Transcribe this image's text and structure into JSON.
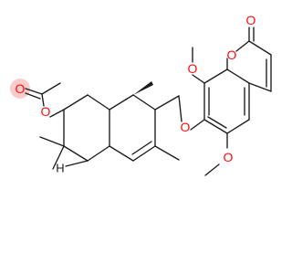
{
  "atoms": {
    "carbonyl_oxygen_acetate": "O",
    "ester_oxygen_acetate": "O",
    "lactone_carbonyl_oxygen": "O",
    "lactone_ring_oxygen": "O",
    "methoxy_oxygen_8": "O",
    "methoxy_oxygen_6": "O",
    "ether_oxygen_7": "O",
    "stereo_hydrogen": "H"
  },
  "colors": {
    "bond": "#1a1a1a",
    "oxygen": "#ff0d0d",
    "highlight": "#f28c8c"
  }
}
